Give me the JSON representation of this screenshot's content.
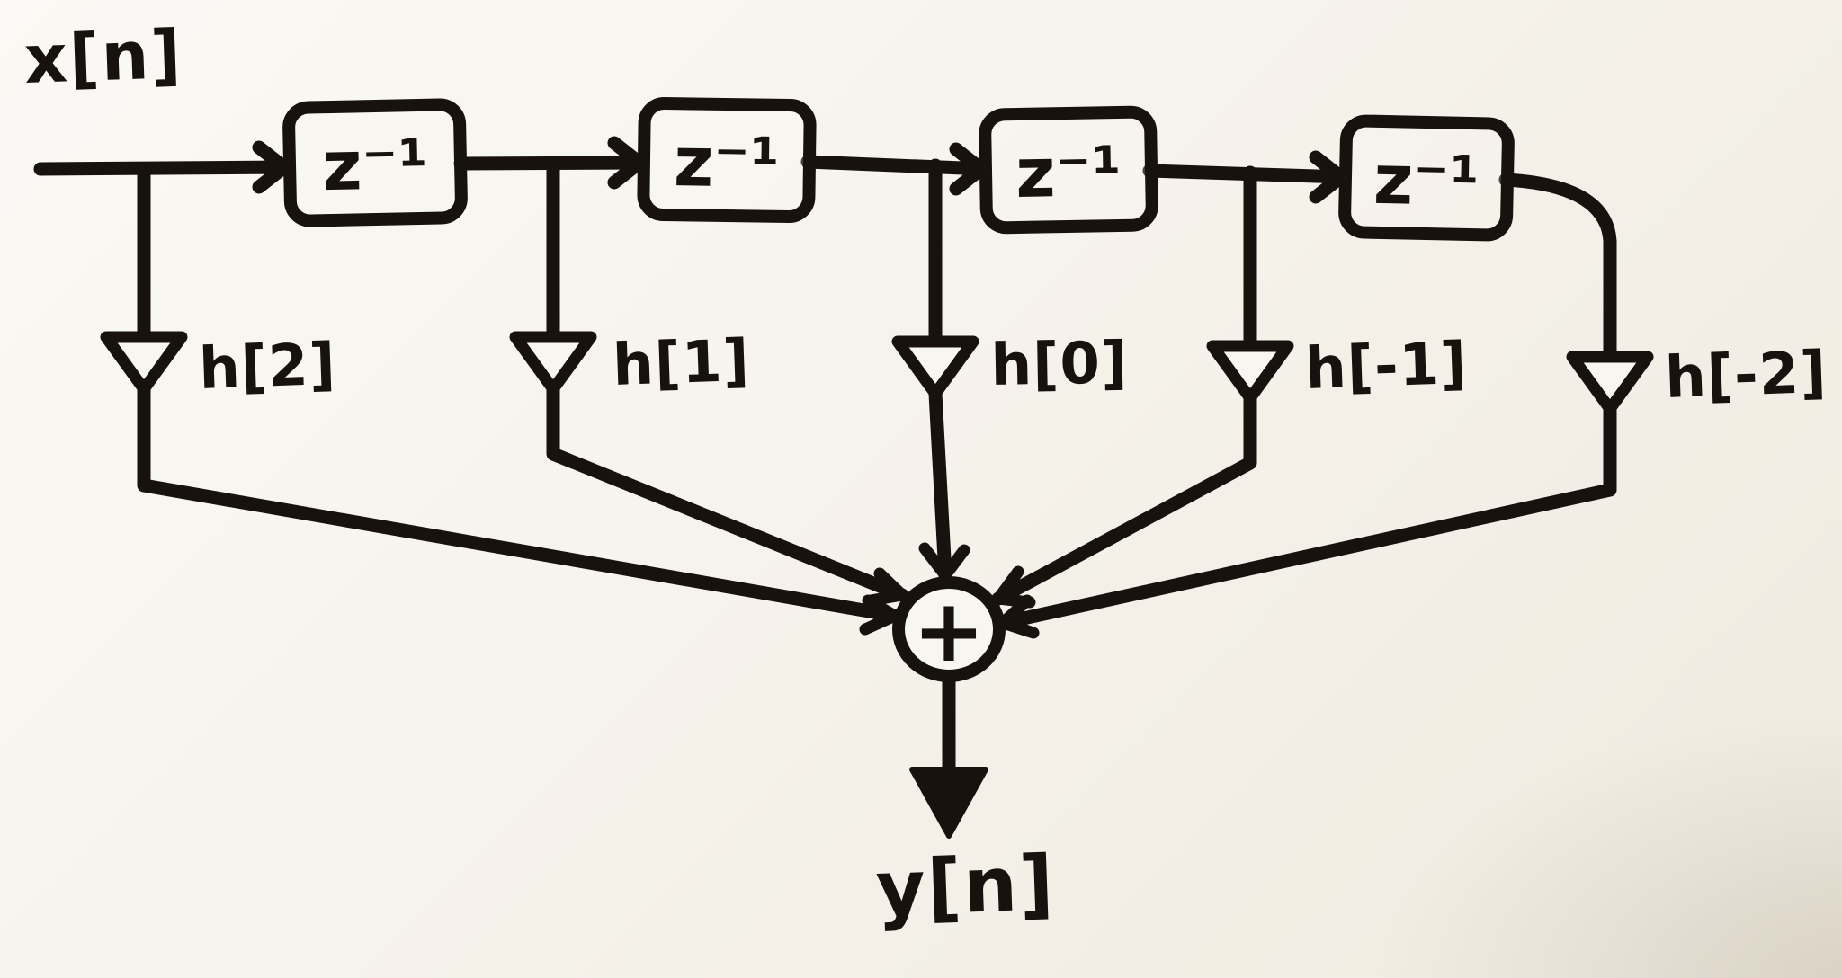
{
  "diagram": {
    "type": "block-diagram",
    "input_label": "x[n]",
    "output_label": "y[n]",
    "summer_symbol": "+",
    "delay_blocks": [
      {
        "label": "z⁻¹"
      },
      {
        "label": "z⁻¹"
      },
      {
        "label": "z⁻¹"
      },
      {
        "label": "z⁻¹"
      }
    ],
    "taps": [
      {
        "coefficient_label": "h[2]"
      },
      {
        "coefficient_label": "h[1]"
      },
      {
        "coefficient_label": "h[0]"
      },
      {
        "coefficient_label": "h[-1]"
      },
      {
        "coefficient_label": "h[-2]"
      }
    ],
    "colors": {
      "ink": "#17120e",
      "paper": "#f6f3ec"
    }
  }
}
